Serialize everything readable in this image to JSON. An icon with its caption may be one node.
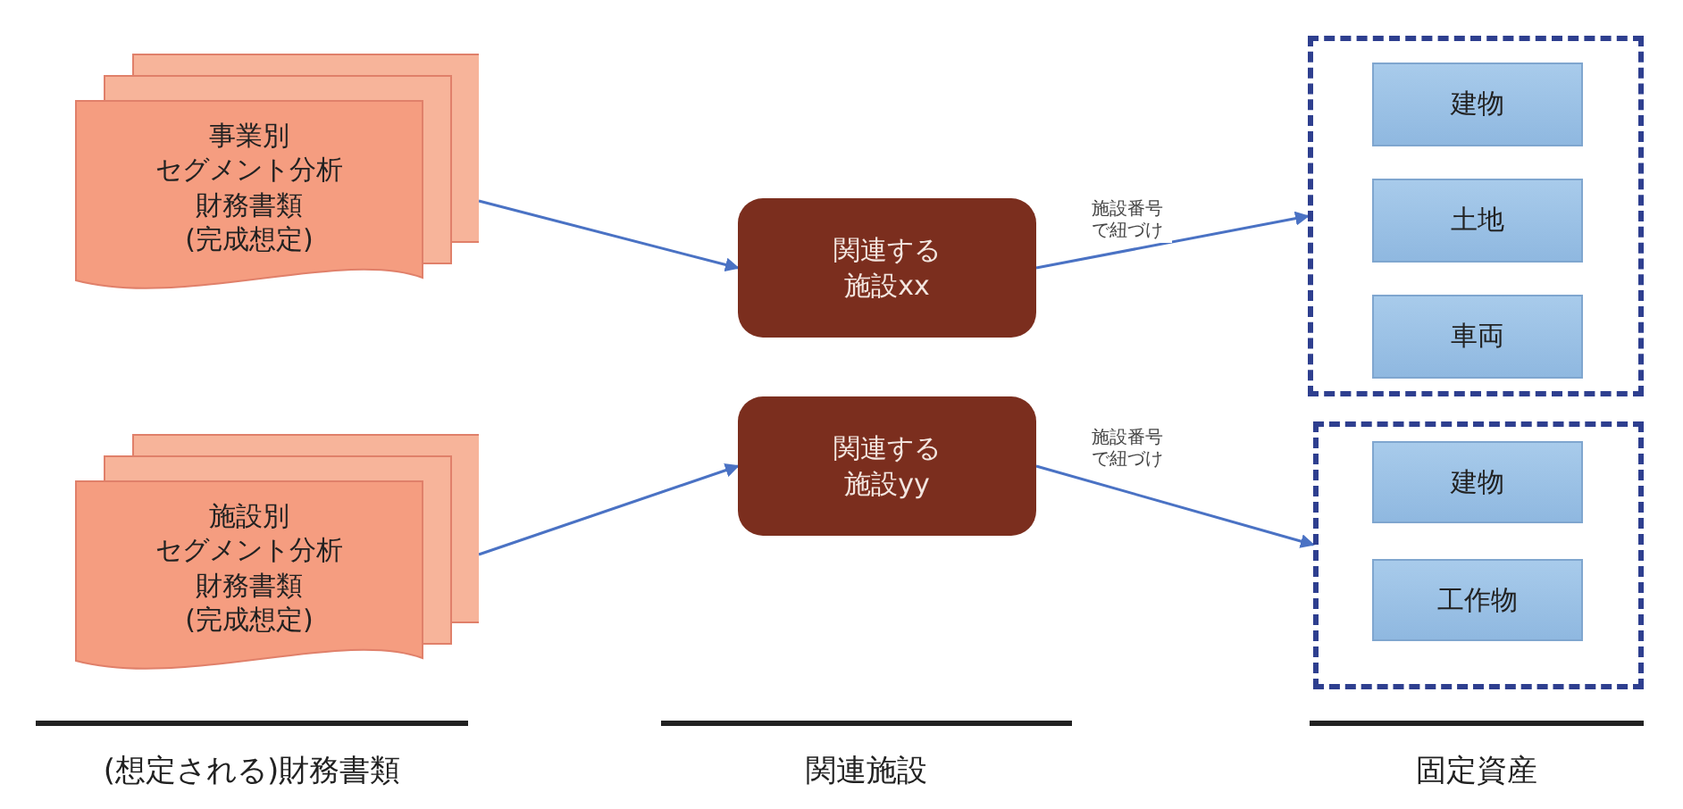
{
  "diagram": {
    "nodes": [
      {
        "text": [
          "事業別セグメント分析財務書類(完成想定)"
        ]
      },
      {
        "text": [
          "施設別セグメント分析財務書類(完成想定)"
        ]
      },
      {
        "text": [
          "関連する施設xx"
        ]
      },
      {
        "text": [
          "関連する施設yy"
        ]
      },
      {
        "text": [],
        "shape": "box"
      },
      {
        "text": [
          "建物"
        ],
        "in": 4
      },
      {
        "text": [
          "土地"
        ],
        "in": 4
      },
      {
        "text": [
          "車両"
        ],
        "in": 4
      },
      {
        "text": [],
        "shape": "box"
      },
      {
        "text": [
          "建物"
        ],
        "in": 8
      },
      {
        "text": [
          "工作物"
        ],
        "in": 8
      }
    ],
    "edges": [
      {
        "from": 0,
        "to": 2,
        "arrow": "to"
      },
      {
        "from": 1,
        "to": 3,
        "arrow": "to"
      },
      {
        "from": 2,
        "to": 4,
        "arrow": "to",
        "label": "施設番号で紐づけ"
      },
      {
        "from": 3,
        "to": 8,
        "arrow": "to",
        "label": "施設番号で紐づけ"
      }
    ],
    "labels": [
      "(想定される)財務書類",
      "関連施設",
      "固定資産"
    ]
  }
}
